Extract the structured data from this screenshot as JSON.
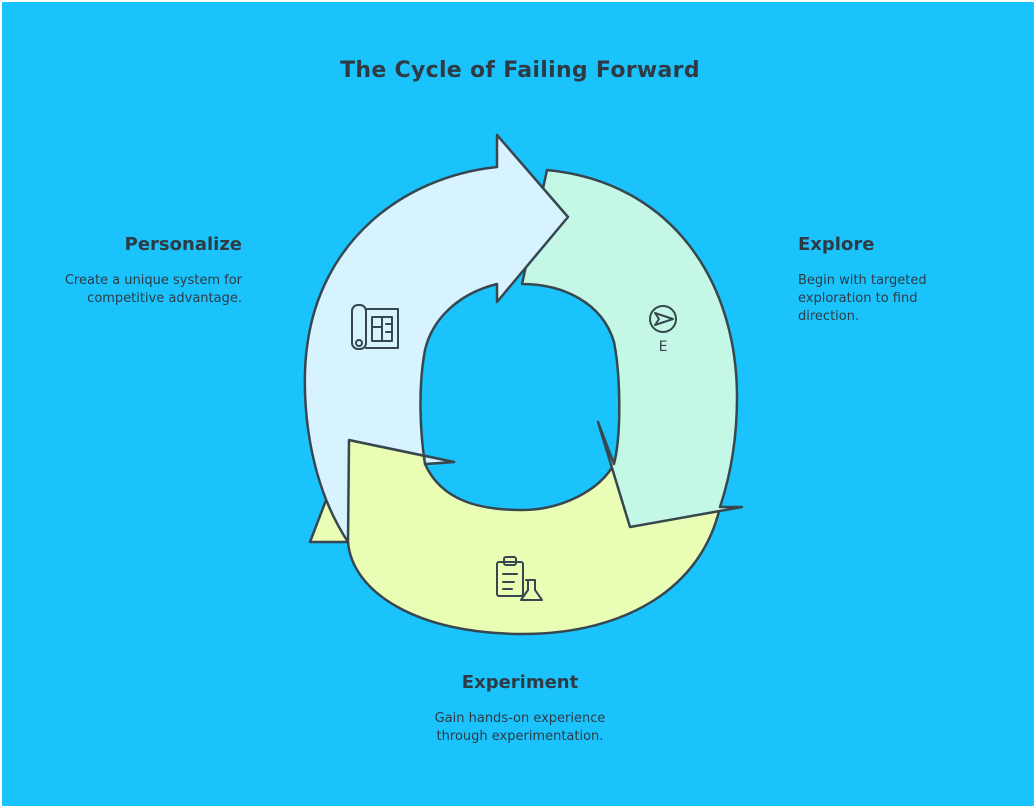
{
  "diagram": {
    "title": "The Cycle of Failing Forward",
    "colors": {
      "background": "#1bc3fd",
      "personalize": "#d6f3ff",
      "explore": "#c4f7e5",
      "experiment": "#e9fdb4",
      "stroke": "#37474f"
    },
    "stages": [
      {
        "title": "Personalize",
        "description": "Create a unique system for competitive advantage.",
        "icon": "blueprint-icon"
      },
      {
        "title": "Explore",
        "description": "Begin with targeted exploration to find direction.",
        "icon": "compass-icon",
        "icon_label": "E"
      },
      {
        "title": "Experiment",
        "description": "Gain hands-on experience through experimentation.",
        "icon": "clipboard-flask-icon"
      }
    ]
  }
}
